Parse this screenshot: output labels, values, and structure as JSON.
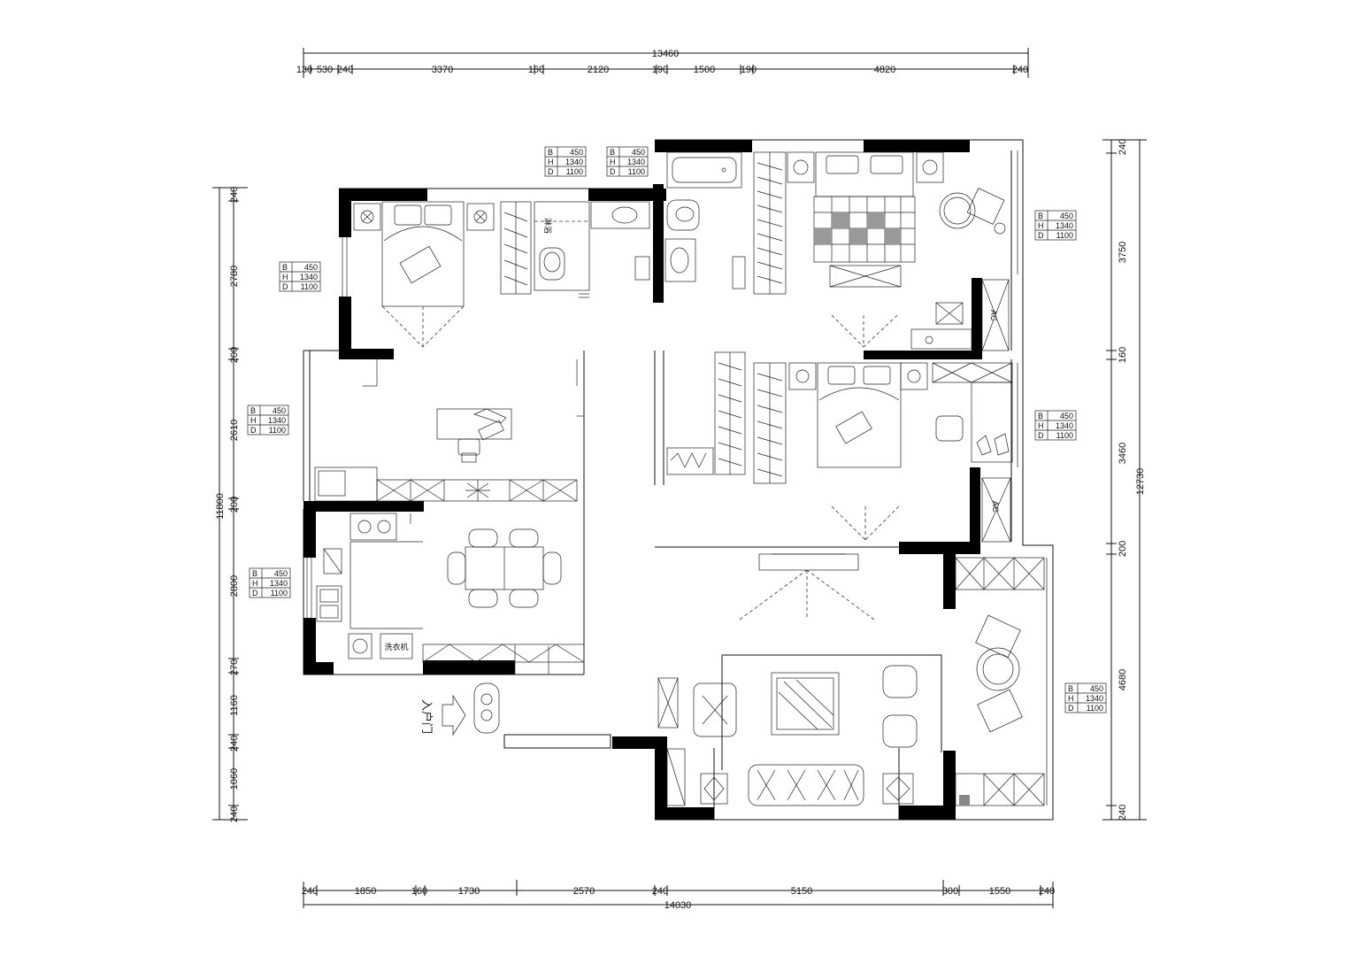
{
  "plan": {
    "entrance_label": "入户门",
    "ac_label": "AC",
    "bath_label": "淋浴",
    "washer_label": "洗衣机",
    "dims_top_total": "13460",
    "dims_top": [
      "130",
      "530",
      "240",
      "3370",
      "160",
      "2120",
      "190",
      "1500",
      "190",
      "4820",
      "240"
    ],
    "dims_bottom_total": "14030",
    "dims_bottom": [
      "240",
      "1850",
      "160",
      "1730",
      "2570",
      "240",
      "5150",
      "300",
      "1550",
      "240"
    ],
    "dims_left_total": "11800",
    "dims_left": [
      "240",
      "2780",
      "200",
      "2610",
      "200",
      "2800",
      "270",
      "1160",
      "240",
      "1060",
      "240"
    ],
    "dims_right_total": "12730",
    "dims_right": [
      "240",
      "3750",
      "160",
      "3460",
      "200",
      "4680",
      "240"
    ],
    "window_boxes": [
      {
        "b_label": "B",
        "b": "450",
        "h_label": "H",
        "h": "1340",
        "d_label": "D",
        "d": "1100"
      },
      {
        "b_label": "B",
        "b": "450",
        "h_label": "H",
        "h": "1340",
        "d_label": "D",
        "d": "1100"
      },
      {
        "b_label": "B",
        "b": "450",
        "h_label": "H",
        "h": "1340",
        "d_label": "D",
        "d": "1100"
      },
      {
        "b_label": "B",
        "b": "450",
        "h_label": "H",
        "h": "1340",
        "d_label": "D",
        "d": "1100"
      },
      {
        "b_label": "B",
        "b": "450",
        "h_label": "H",
        "h": "1340",
        "d_label": "D",
        "d": "1100"
      },
      {
        "b_label": "B",
        "b": "450",
        "h_label": "H",
        "h": "1340",
        "d_label": "D",
        "d": "1100"
      },
      {
        "b_label": "B",
        "b": "450",
        "h_label": "H",
        "h": "1340",
        "d_label": "D",
        "d": "1100"
      },
      {
        "b_label": "B",
        "b": "450",
        "h_label": "H",
        "h": "1340",
        "d_label": "D",
        "d": "1100"
      }
    ]
  }
}
